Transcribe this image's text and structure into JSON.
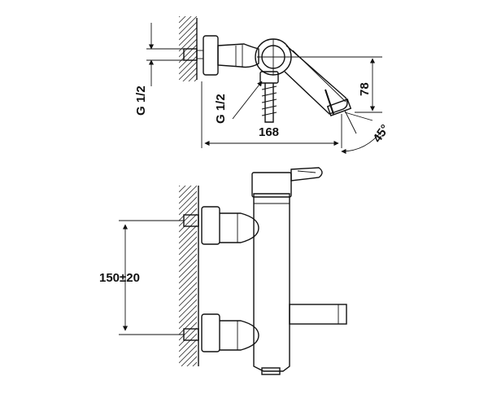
{
  "diagram": {
    "labels": {
      "thread_inlet": "G 1/2",
      "thread_outlet": "G 1/2",
      "width": "168",
      "height": "78",
      "angle": "45°",
      "centers": "150±20"
    },
    "colors": {
      "line": "#111111",
      "background": "#ffffff"
    }
  }
}
